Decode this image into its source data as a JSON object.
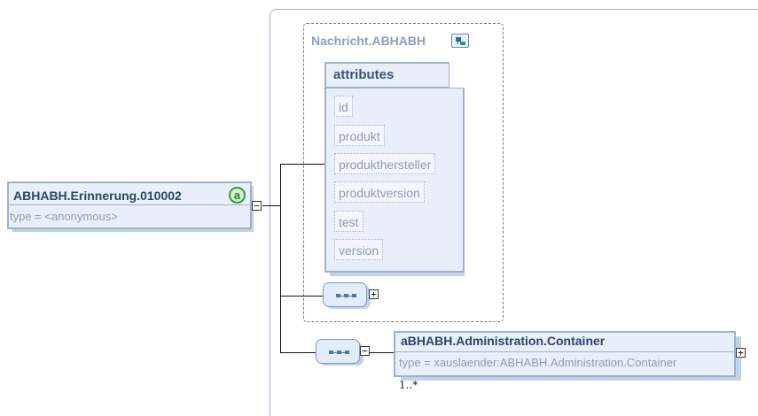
{
  "root_element": {
    "name": "ABHABH.Erinnerung.010002",
    "type": "type = <anonymous>",
    "badge": "a"
  },
  "group": {
    "title": "Nachricht.ABHABH",
    "attributes_label": "attributes",
    "attributes": [
      "id",
      "produkt",
      "produkthersteller",
      "produktversion",
      "test",
      "version"
    ]
  },
  "child_element": {
    "name": "aBHABH.Administration.Container",
    "type": "type = xauslaender:ABHABH.Administration.Container",
    "cardinality": "1..*"
  },
  "toggles": {
    "collapse": "−",
    "expand": "+"
  },
  "colors": {
    "border": "#9fb2c9",
    "fill": "#e9eff8",
    "title": "#2c4468",
    "muted": "#8c9db3",
    "badge": "#3a9a44"
  }
}
